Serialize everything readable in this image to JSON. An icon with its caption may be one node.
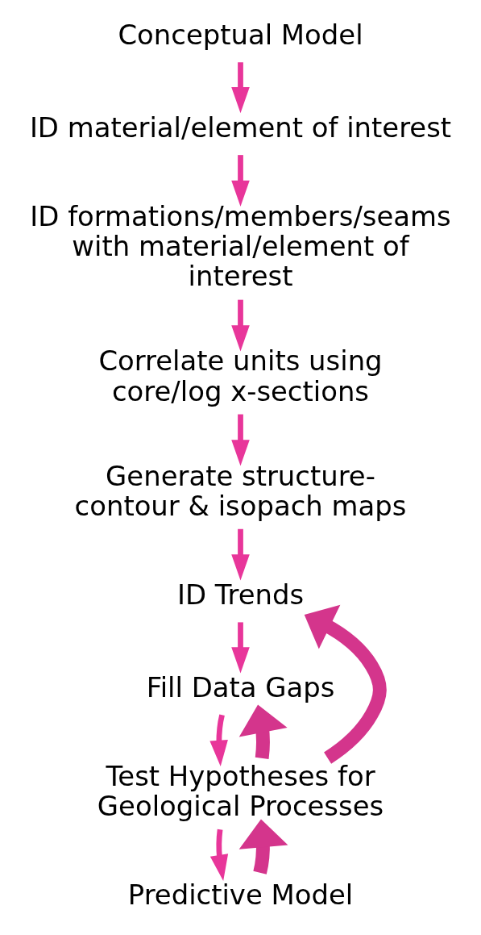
{
  "diagram": {
    "nodes": [
      {
        "text": [
          "Conceptual Model"
        ]
      },
      {
        "text": [
          "ID material/element of interest"
        ]
      },
      {
        "text": [
          "ID formations/members/seams with material/element of interest"
        ]
      },
      {
        "text": [
          "Correlate units using core/log x-sections"
        ]
      },
      {
        "text": [
          "Generate structure- contour & isopach maps"
        ]
      },
      {
        "text": [
          "ID Trends"
        ]
      },
      {
        "text": [
          "Fill Data Gaps"
        ]
      },
      {
        "text": [
          "Test Hypotheses for Geological Processes"
        ]
      },
      {
        "text": [
          "Predictive Model"
        ]
      }
    ],
    "edges": [
      {
        "from": 0,
        "to": 1,
        "arrow": "to"
      },
      {
        "from": 1,
        "to": 2,
        "arrow": "to"
      },
      {
        "from": 2,
        "to": 3,
        "arrow": "to"
      },
      {
        "from": 3,
        "to": 4,
        "arrow": "to"
      },
      {
        "from": 4,
        "to": 5,
        "arrow": "to"
      },
      {
        "from": 5,
        "to": 6,
        "arrow": "to"
      },
      {
        "from": 6,
        "to": 7,
        "arrow": "to"
      },
      {
        "from": 7,
        "to": 8,
        "arrow": "to"
      },
      {
        "from": 7,
        "to": 5,
        "arrow": "to",
        "style": "thick"
      },
      {
        "from": 7,
        "to": 6,
        "arrow": "to",
        "style": "thick"
      },
      {
        "from": 8,
        "to": 7,
        "arrow": "to",
        "style": "thick"
      }
    ]
  }
}
